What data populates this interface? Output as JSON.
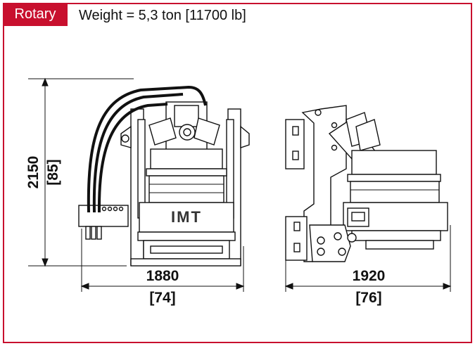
{
  "header": {
    "tag_label": "Rotary",
    "weight_text": "Weight = 5,3 ton [11700 lb]"
  },
  "front_view": {
    "height_mm": "2150",
    "height_in": "[85]",
    "width_mm": "1880",
    "width_in": "[74]",
    "logo_text": "IMT"
  },
  "side_view": {
    "width_mm": "1920",
    "width_in": "[76]"
  },
  "colors": {
    "accent": "#c8102e",
    "line": "#111111"
  }
}
